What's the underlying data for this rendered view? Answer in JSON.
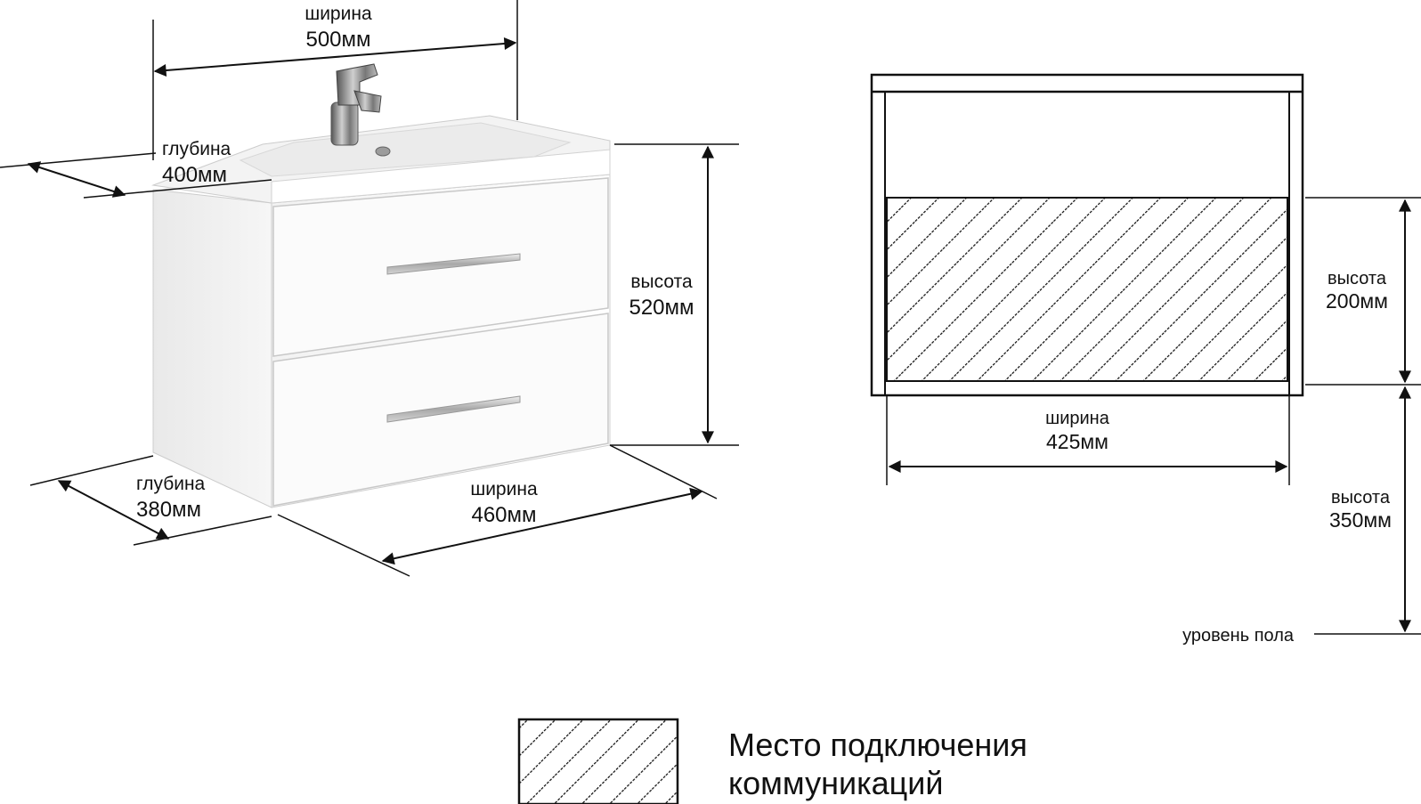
{
  "product": {
    "sink_width": {
      "label": "ширина",
      "value": "500мм"
    },
    "sink_depth": {
      "label": "глубина",
      "value": "400мм"
    },
    "cabinet_height": {
      "label": "высота",
      "value": "520мм"
    },
    "cabinet_depth": {
      "label": "глубина",
      "value": "380мм"
    },
    "cabinet_width": {
      "label": "ширина",
      "value": "460мм"
    }
  },
  "connection_diagram": {
    "zone_height": {
      "label": "высота",
      "value": "200мм"
    },
    "zone_width": {
      "label": "ширина",
      "value": "425мм"
    },
    "floor_height": {
      "label": "высота",
      "value": "350мм"
    },
    "floor_label": "уровень пола"
  },
  "legend": {
    "line1": "Место подключения",
    "line2": "коммуникаций"
  },
  "colors": {
    "line": "#111111",
    "cabinet_face": "#f7f7f7",
    "cabinet_side": "#eeeeee",
    "handle": "#b8b8b8"
  }
}
